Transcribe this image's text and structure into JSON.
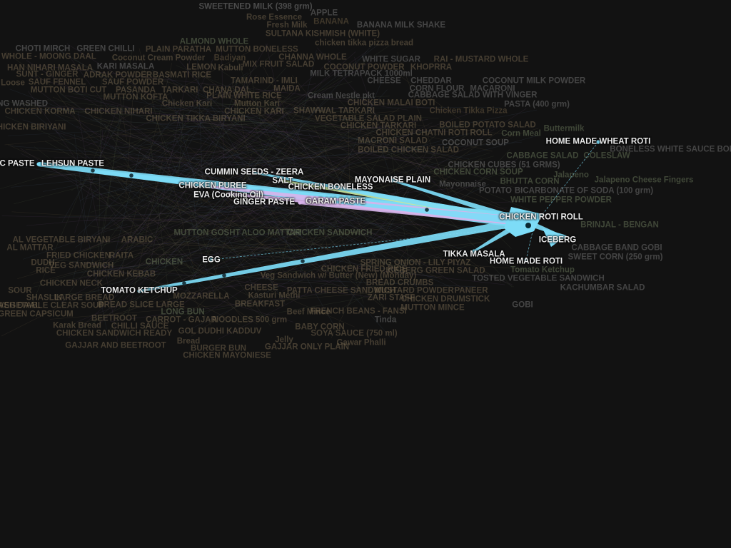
{
  "graph": {
    "focus_node": "CHICKEN ROTI ROLL",
    "edge_color": "#7ddcf7",
    "secondary_edge_colors": [
      "#d7b4ea",
      "#c8e6a0"
    ],
    "background_color": "#121212",
    "highlighted_nodes": [
      {
        "id": "HOME MADE WHEAT ROTI",
        "label": "HOME MADE WHEAT ROTI"
      },
      {
        "id": "CHILLI PASTE",
        "label": "C PASTE"
      },
      {
        "id": "LEHSUN PASTE",
        "label": "LEHSUN PASTE"
      },
      {
        "id": "CUMMIN SEEDS - ZEERA",
        "label": "CUMMIN SEEDS - ZEERA"
      },
      {
        "id": "SALT",
        "label": "SALT"
      },
      {
        "id": "CHICKEN BONELESS",
        "label": "CHICKEN BONELESS"
      },
      {
        "id": "MAYONAISE PLAIN",
        "label": "MAYONAISE PLAIN"
      },
      {
        "id": "CHICKEN PUREE",
        "label": "CHICKEN PUREE"
      },
      {
        "id": "EVA (Cooking Oil)",
        "label": "EVA (Cooking Oil)"
      },
      {
        "id": "GINGER PASTE",
        "label": "GINGER PASTE"
      },
      {
        "id": "GARAM PASTE",
        "label": "GARAM PASTE"
      },
      {
        "id": "CHICKEN ROTI ROLL",
        "label": "CHICKEN ROTI ROLL"
      },
      {
        "id": "ICEBERG",
        "label": "ICEBERG"
      },
      {
        "id": "TIKKA MASALA",
        "label": "TIKKA MASALA"
      },
      {
        "id": "HOME MADE ROTI",
        "label": "HOME MADE ROTI"
      },
      {
        "id": "EGG",
        "label": "EGG"
      },
      {
        "id": "TOMATO KETCHUP",
        "label": "TOMATO KETCHUP"
      }
    ],
    "edges": [
      {
        "from": "CHILLI PASTE",
        "to": "CHICKEN ROTI ROLL",
        "weight": 9
      },
      {
        "from": "LEHSUN PASTE",
        "to": "CHICKEN ROTI ROLL",
        "weight": 7
      },
      {
        "from": "TOMATO KETCHUP",
        "to": "CHICKEN ROTI ROLL",
        "weight": 5
      },
      {
        "from": "CUMMIN SEEDS - ZEERA",
        "to": "CHICKEN ROTI ROLL",
        "weight": 4
      },
      {
        "from": "SALT",
        "to": "CHICKEN ROTI ROLL",
        "weight": 4
      },
      {
        "from": "CHICKEN BONELESS",
        "to": "CHICKEN ROTI ROLL",
        "weight": 5
      },
      {
        "from": "MAYONAISE PLAIN",
        "to": "CHICKEN ROTI ROLL",
        "weight": 4
      },
      {
        "from": "CHICKEN PUREE",
        "to": "CHICKEN ROTI ROLL",
        "weight": 5
      },
      {
        "from": "EVA (Cooking Oil)",
        "to": "CHICKEN ROTI ROLL",
        "weight": 5
      },
      {
        "from": "GINGER PASTE",
        "to": "CHICKEN ROTI ROLL",
        "weight": 6
      },
      {
        "from": "GARAM PASTE",
        "to": "CHICKEN ROTI ROLL",
        "weight": 5
      },
      {
        "from": "ICEBERG",
        "to": "CHICKEN ROTI ROLL",
        "weight": 4
      },
      {
        "from": "TIKKA MASALA",
        "to": "CHICKEN ROTI ROLL",
        "weight": 4
      },
      {
        "from": "HOME MADE WHEAT ROTI",
        "to": "CHICKEN ROTI ROLL",
        "weight": 1
      },
      {
        "from": "HOME MADE ROTI",
        "to": "CHICKEN ROTI ROLL",
        "weight": 1
      },
      {
        "from": "EGG",
        "to": "CHICKEN ROTI ROLL",
        "weight": 1
      }
    ],
    "background_labels": [
      "SWEETENED MILK (398 grm)",
      "Rose Essence",
      "APPLE",
      "Fresh Milk",
      "BANANA",
      "BANANA MILK SHAKE",
      "SULTANA KISHMISH (WHITE)",
      "chicken tikka pizza bread",
      "ALMOND WHOLE",
      "MUTTON BONELESS",
      "CHOTI MIRCH",
      "GREEN CHILLI",
      "PLAIN PARATHA",
      "M WHOLE - MOONG DAAL",
      "Coconut Cream Powder",
      "Badiyan",
      "CHANNA WHOLE",
      "WHITE SUGAR",
      "RAI - MUSTARD WHOLE",
      "HAN NIHARI MASALA",
      "KARI MASALA",
      "LEMON",
      "Kabuli",
      "MIX FRUIT SALAD",
      "COCONUT POWDER",
      "KHOPRRA",
      "SUNT - GINGER",
      "ADRAK POWDER",
      "BASMATI RICE",
      "MILK TETRAPACK 1000ml",
      "Loose",
      "SAUF FENNEL",
      "SAUF POWDER",
      "TAMARIND - IMLI",
      "CHEESE",
      "CHEDDAR",
      "COCONUT MILK POWDER",
      "MUTTON BOTI CUT",
      "PASANDA",
      "TARKARI",
      "CHANA DAL",
      "MAIDA",
      "CORN FLOUR",
      "MACARONI",
      "ING WASHED",
      "MUTTON KOFTA",
      "PLAIN WHITE RICE",
      "Cream Nestle pkt",
      "CABBAGE SALAD WITH VINGER",
      "CHICKEN KORMA",
      "Chicken Kari",
      "Mutton Kari",
      "CHICKEN MALAI BOTI",
      "PASTA (400 grm)",
      "CHICKEN NIHARI",
      "CHICKEN KARI",
      "SHAWWAL TARKARI",
      "Chicken Tikka Pizza",
      "CHICKEN BIRIYANI",
      "CHICKEN TIKKA BIRYANI",
      "VEGETABLE SALAD PLAIN",
      "BOILED POTATO SALAD",
      "Buttermilk",
      "CHICKEN TARKARI",
      "CHICKEN CHATNI ROTI ROLL",
      "Corn Meal",
      "MACRONI SALAD",
      "COCONUT SOUP",
      "BOILED CHICKEN SALAD",
      "CABBAGE SALAD",
      "COLESLAW",
      "BONELESS WHITE SAUCE BONE",
      "CHICKEN CUBES (51 GRMS)",
      "CHICKEN CORN SOUP",
      "Jalapeno",
      "Jalapeno Cheese Fingers",
      "BHUTTA CORN",
      "Mayonnaise",
      "POTATO",
      "BICARBONATE OF SODA (100 grm)",
      "WHITE PEPPER POWDER",
      "BRINJAL - BENGAN",
      "CABBAGE BAND GOBI",
      "SWEET CORN (250 grm)",
      "AL VEGETABLE BIRYANI",
      "ARABIC",
      "MUTTON GOSHT",
      "ALOO MATTAR",
      "CHICKEN SANDWICH",
      "AL MATTAR",
      "FRIED CHICKEN",
      "RAITA",
      "DUDH",
      "CHICKEN",
      "RICE",
      "VEG SANDWICH",
      "CHICKEN FRIED RICE",
      "ICEBERG GREEN SALAD",
      "Tomato Ketchup",
      "SPRING ONION - LILY PIYAZ",
      "TOSTED VEGETABLE SANDWICH",
      "CHICKEN KEBAB",
      "Veg Sandwich w/ Butter (New) (Monday)",
      "KACHUMBAR SALAD",
      "CHEESE",
      "PATTA CHEESE SANDWICH",
      "BREAD CRUMBS",
      "MOZZARELLA",
      "MUSTARD POWDER",
      "PANEER",
      "SOUR",
      "SHASLIK",
      "LARGE BREAD",
      "Kasturi Methi",
      "CHICKEN NECK",
      "GOBI",
      "MASH DAAL",
      "VEGETABLE CLEAR SOUP",
      "BREAD SLICE LARGE",
      "BREAKFAST",
      "ZARI STAFF",
      "CHICKEN DRUMSTICK",
      "GREEN CAPSICUM",
      "LONG BUN",
      "Beef Mince",
      "FRENCH BEANS - FANSI",
      "MUTTON MINCE",
      "BEETROOT",
      "CARROT - GAJAR",
      "NOODLES 500 grm",
      "Tinda",
      "Karak Bread",
      "CHILLI SAUCE",
      "BABY CORN",
      "CHICKEN SANDWICH READY",
      "GOL DUDHI KADDUV",
      "SOYA SAUCE (750 ml)",
      "Bread",
      "Jelly",
      "Gawar Phalli",
      "GAJJAR AND BEETROOT",
      "BURGER BUN",
      "GAJJAR ONLY PLAIN",
      "CHICKEN MAYONIESE"
    ]
  }
}
